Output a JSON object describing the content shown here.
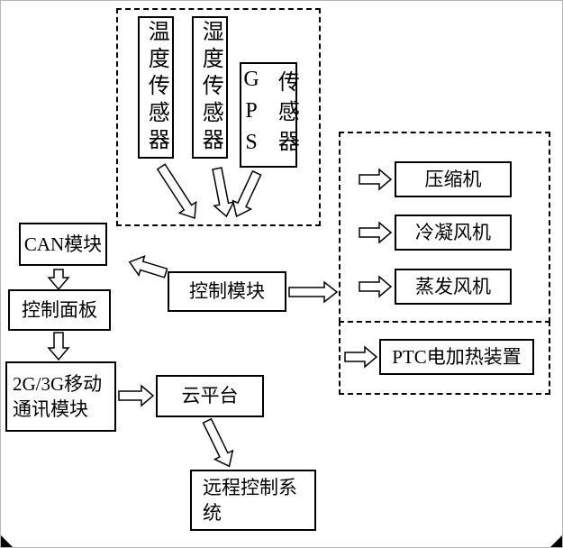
{
  "diagram": {
    "sensor_group": {
      "temperature_sensor": "温度传感器",
      "humidity_sensor": "湿度传感器",
      "gps_letters": "GPS",
      "gps_suffix": "传感器"
    },
    "left_chain": {
      "can_module": "CAN模块",
      "control_panel": "控制面板",
      "mobile_module_line1": "2G/3G移动",
      "mobile_module_line2": "通讯模块"
    },
    "center": {
      "control_module": "控制模块",
      "cloud_platform": "云平台",
      "remote_system_line1": "远程控制系",
      "remote_system_line2": "统"
    },
    "actuator_group": {
      "compressor": "压缩机",
      "condenser_fan": "冷凝风机",
      "evaporator_fan": "蒸发风机",
      "ptc_heater": "PTC电加热装置"
    },
    "colors": {
      "line": "#000000",
      "background": "#ffffff"
    }
  }
}
